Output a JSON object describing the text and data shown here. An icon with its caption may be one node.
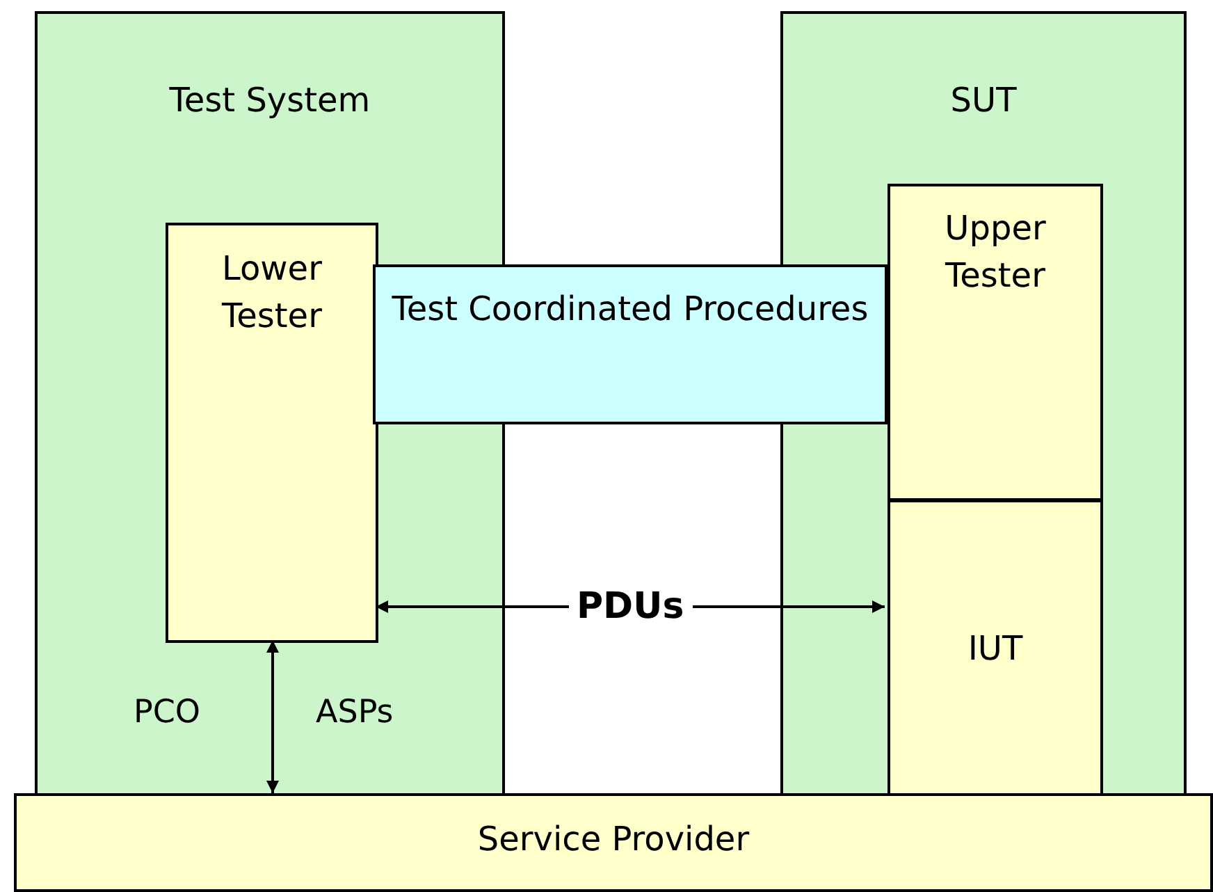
{
  "diagram": {
    "nodes": [
      {
        "text": [
          "Test System"
        ]
      },
      {
        "text": [
          "Lower Tester"
        ],
        "in": 0
      },
      {
        "text": [
          "Test Coordinated Procedures"
        ]
      },
      {
        "text": [
          "SUT"
        ]
      },
      {
        "text": [
          "Upper Tester"
        ],
        "in": 3
      },
      {
        "text": [
          "IUT"
        ],
        "in": 3
      },
      {
        "text": [
          "Service Provider"
        ]
      }
    ],
    "edges": [
      {
        "from": 1,
        "to": 5,
        "arrow": "both",
        "label": "PDUs"
      },
      {
        "from": 1,
        "to": 6,
        "arrow": "both"
      }
    ],
    "labels": [
      "PCO",
      "ASPs"
    ]
  }
}
